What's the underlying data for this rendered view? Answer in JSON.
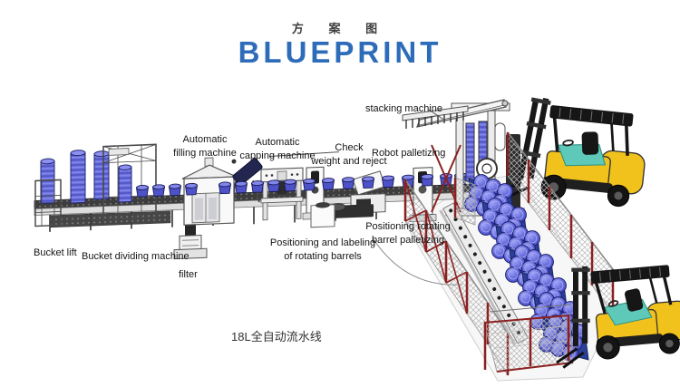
{
  "header": {
    "subtitle_cn": "方 案 图",
    "title": "BLUEPRINT"
  },
  "caption": "18L全自动流水线",
  "labels": {
    "stacking": "stacking machine",
    "filling": "Automatic\nfilling machine",
    "capping": "Automatic\ncapping machine",
    "check": "Check\nweight and reject",
    "robot": "Robot palletizing",
    "bucket_lift": "Bucket lift",
    "bucket_dividing": "Bucket dividing machine",
    "filter": "filter",
    "pos_labeling": "Positioning and labeling\nof rotating barrels",
    "pos_palletizing": "Positioning rotating\nbarrel palletizing"
  },
  "colors": {
    "title_blue": "#2d6cb9",
    "barrel_blue": "#5a5fd8",
    "forklift_yellow": "#f2c21c",
    "cab_teal": "#5fc9b9",
    "fence_red": "#8b2020",
    "label_text": "#141414"
  }
}
